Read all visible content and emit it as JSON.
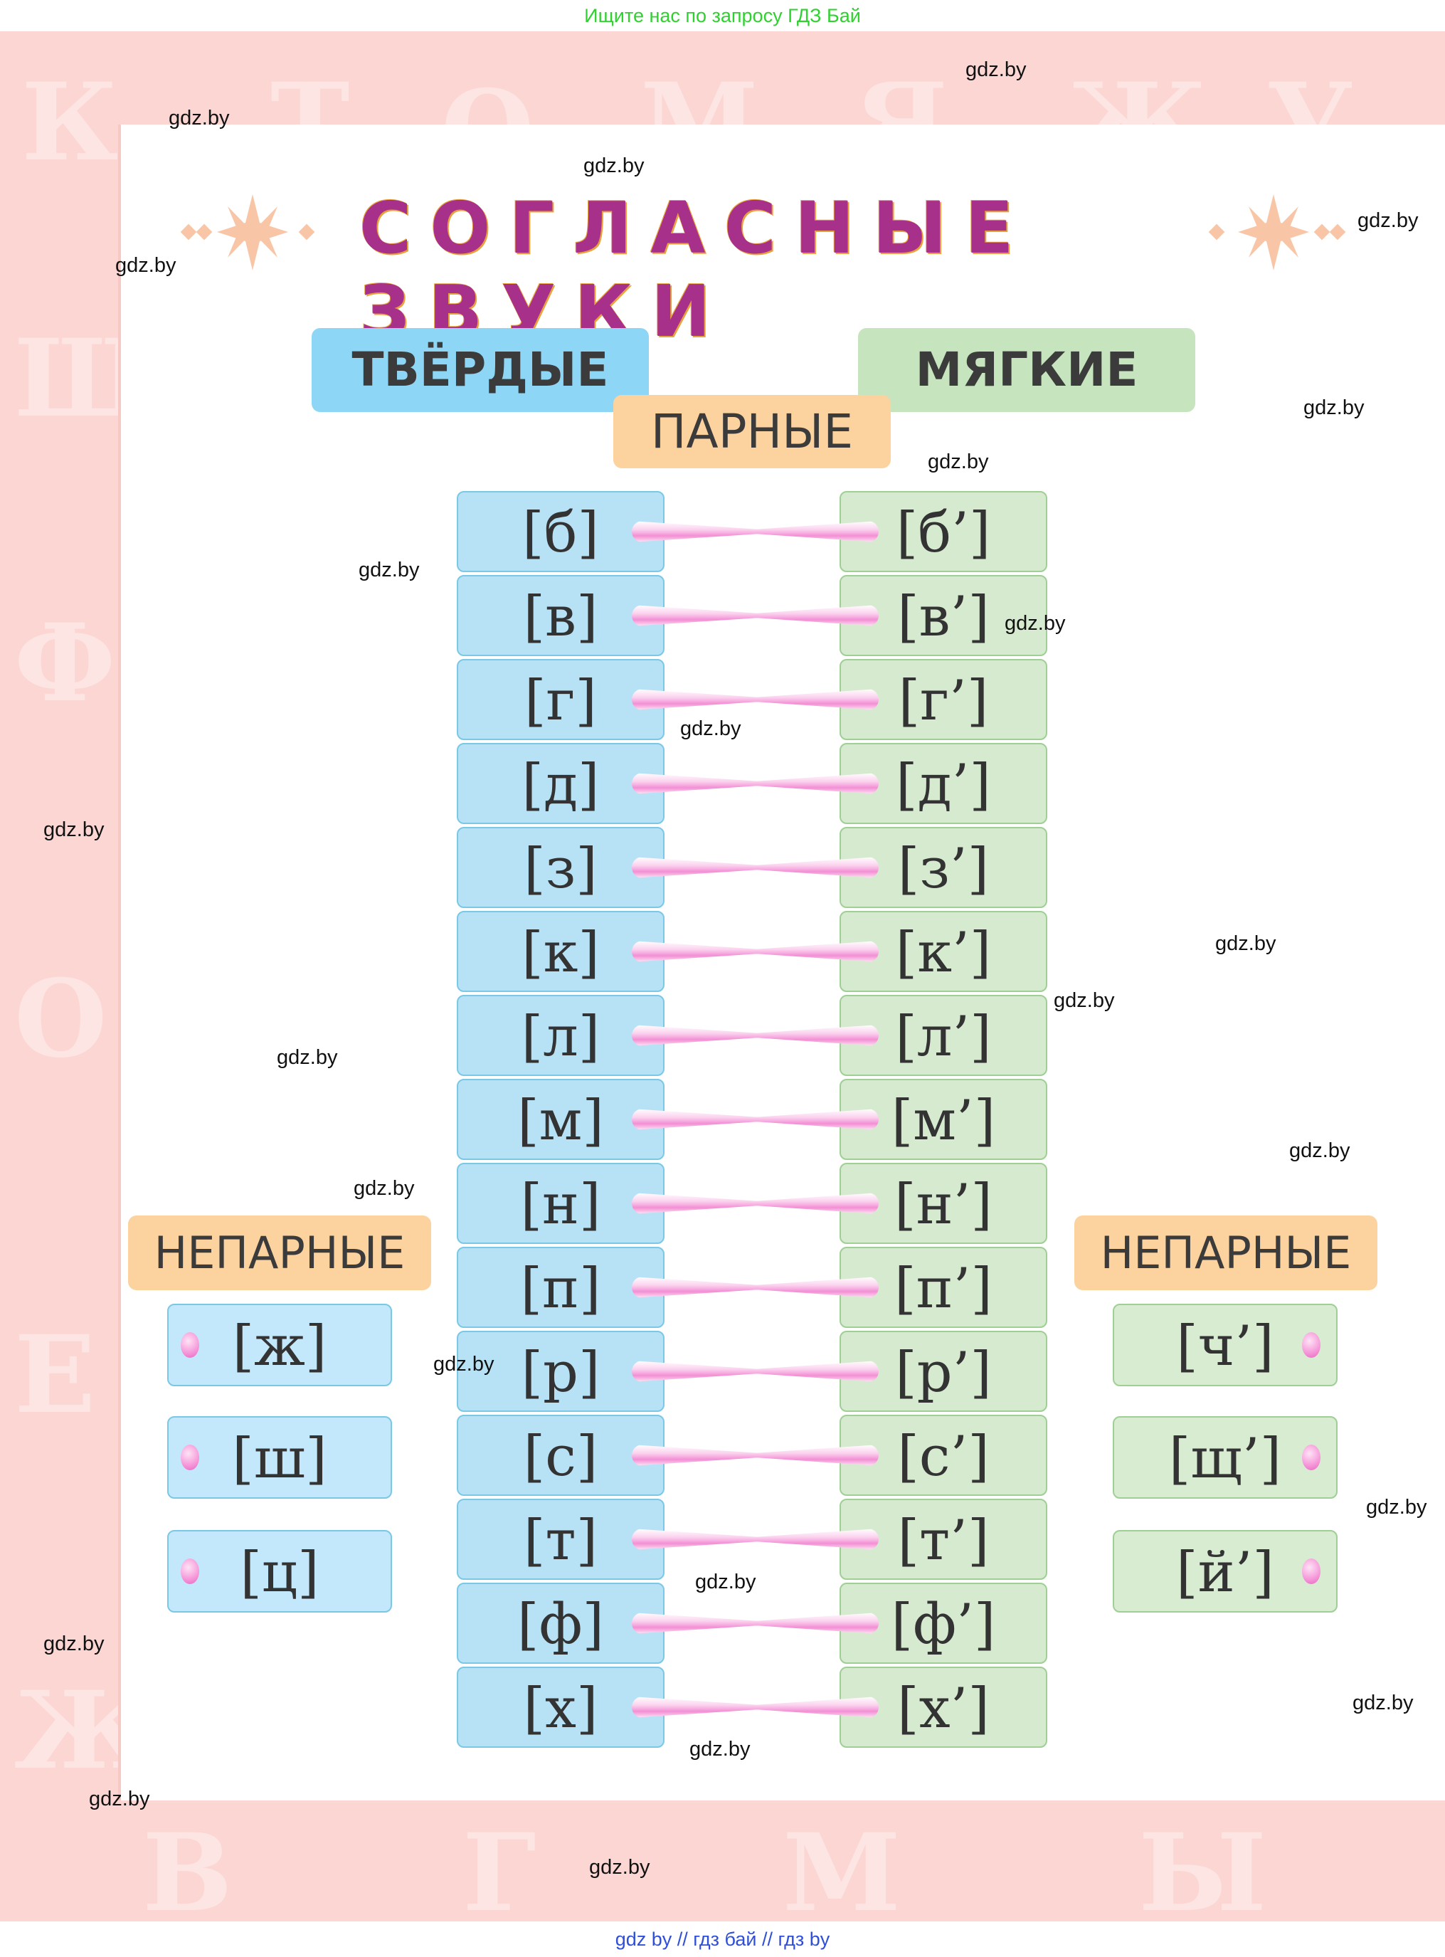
{
  "banner": "Ищите нас по запросу ГДЗ Бай",
  "title": "СОГЛАСНЫЕ ЗВУКИ",
  "headers": {
    "hard": "ТВЁРДЫЕ",
    "soft": "МЯГКИЕ",
    "paired": "ПАРНЫЕ",
    "unpaired_left": "НЕПАРНЫЕ",
    "unpaired_right": "НЕПАРНЫЕ"
  },
  "paired": {
    "hard": [
      "[б]",
      "[в]",
      "[г]",
      "[д]",
      "[з]",
      "[к]",
      "[л]",
      "[м]",
      "[н]",
      "[п]",
      "[р]",
      "[с]",
      "[т]",
      "[ф]",
      "[х]"
    ],
    "soft": [
      "[б’]",
      "[в’]",
      "[г’]",
      "[д’]",
      "[з’]",
      "[к’]",
      "[л’]",
      "[м’]",
      "[н’]",
      "[п’]",
      "[р’]",
      "[с’]",
      "[т’]",
      "[ф’]",
      "[х’]"
    ]
  },
  "unpaired": {
    "hard": [
      "[ж]",
      "[ш]",
      "[ц]"
    ],
    "soft": [
      "[ч’]",
      "[щ’]",
      "[й’]"
    ]
  },
  "watermark": "gdz.by",
  "footer": "gdz by  //  гдз бай  //  гдз by",
  "colors": {
    "frame": "#fbd6d3",
    "title": "#a6308a",
    "hard": "#b7e2f6",
    "soft": "#d6ead0",
    "orange": "#fcd29f"
  }
}
